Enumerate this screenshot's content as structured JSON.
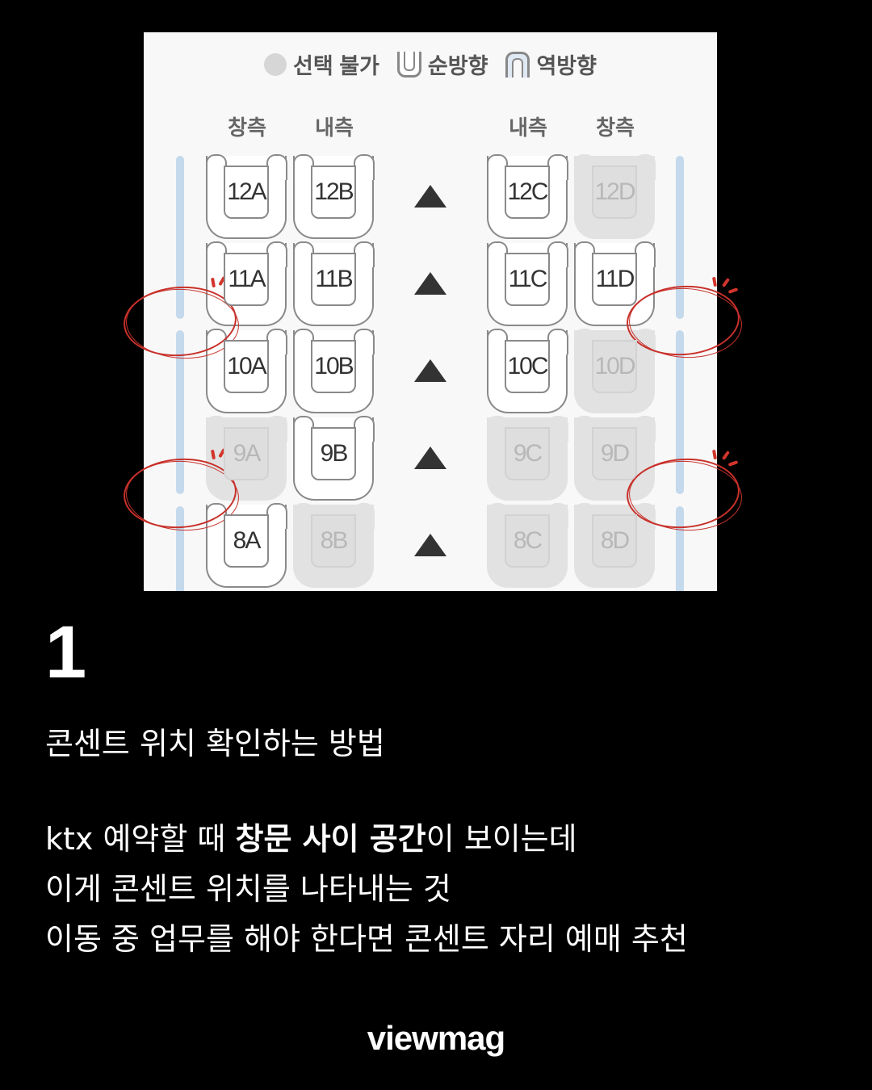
{
  "legend": {
    "unavailable": "선택 불가",
    "forward": "순방향",
    "reverse": "역방향"
  },
  "columns": [
    "창측",
    "내측",
    "내측",
    "창측"
  ],
  "seats": {
    "row12": [
      {
        "id": "12A",
        "available": true
      },
      {
        "id": "12B",
        "available": true
      },
      {
        "id": "12C",
        "available": true
      },
      {
        "id": "12D",
        "available": false
      }
    ],
    "row11": [
      {
        "id": "11A",
        "available": true
      },
      {
        "id": "11B",
        "available": true
      },
      {
        "id": "11C",
        "available": true
      },
      {
        "id": "11D",
        "available": true
      }
    ],
    "row10": [
      {
        "id": "10A",
        "available": true
      },
      {
        "id": "10B",
        "available": true
      },
      {
        "id": "10C",
        "available": true
      },
      {
        "id": "10D",
        "available": false
      }
    ],
    "row9": [
      {
        "id": "9A",
        "available": false
      },
      {
        "id": "9B",
        "available": true
      },
      {
        "id": "9C",
        "available": false
      },
      {
        "id": "9D",
        "available": false
      }
    ],
    "row8": [
      {
        "id": "8A",
        "available": true
      },
      {
        "id": "8B",
        "available": false
      },
      {
        "id": "8C",
        "available": false
      },
      {
        "id": "8D",
        "available": false
      }
    ]
  },
  "colors": {
    "background": "#000000",
    "panel": "#f8f8f8",
    "window": "#c4d9ec",
    "highlight": "#c8312a"
  },
  "section_number": "1",
  "subtitle": "콘센트 위치 확인하는 방법",
  "body": {
    "line1_prefix": "ktx 예약할 때 ",
    "line1_bold": "창문 사이 공간",
    "line1_suffix": "이 보이는데",
    "line2": "이게 콘센트 위치를 나타내는 것",
    "line3": "이동 중 업무를 해야 한다면 콘센트 자리 예매 추천"
  },
  "brand": "viewmag"
}
